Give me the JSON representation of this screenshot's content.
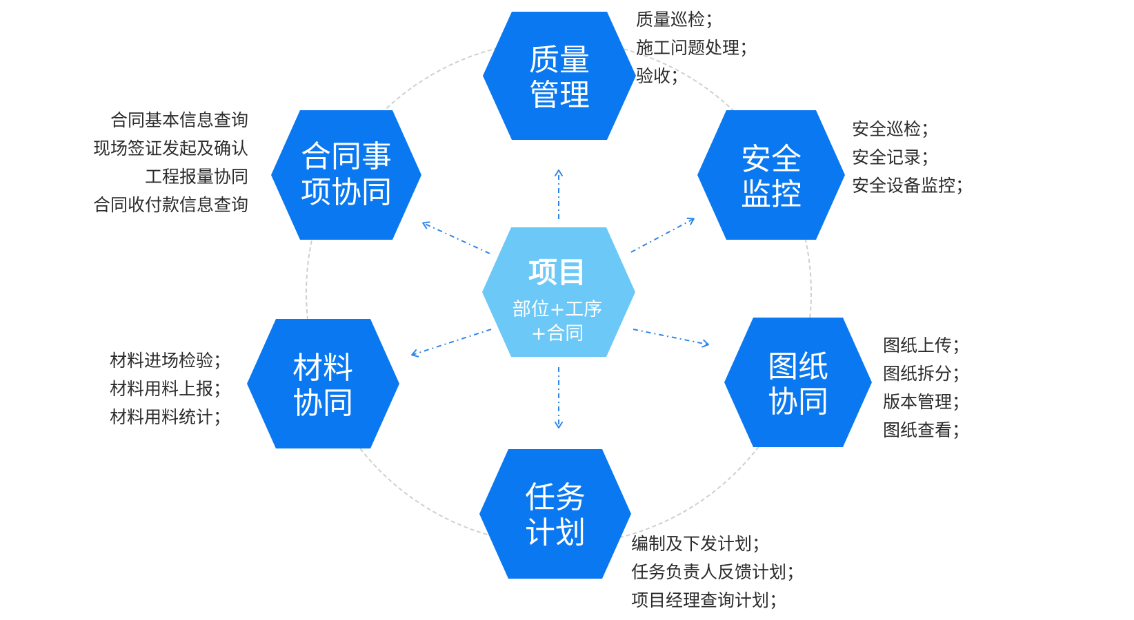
{
  "center": {
    "title": "项目",
    "subtitle_line1": "部位+工序",
    "subtitle_line2": "+合同"
  },
  "modules": [
    {
      "id": "quality",
      "title_line1": "质量",
      "title_line2": "管理",
      "items": [
        "质量巡检；",
        "施工问题处理；",
        "验收；"
      ]
    },
    {
      "id": "safety",
      "title_line1": "安全",
      "title_line2": "监控",
      "items": [
        "安全巡检；",
        "安全记录；",
        "安全设备监控；"
      ]
    },
    {
      "id": "drawing",
      "title_line1": "图纸",
      "title_line2": "协同",
      "items": [
        "图纸上传；",
        "图纸拆分；",
        "版本管理；",
        "图纸查看；"
      ]
    },
    {
      "id": "task",
      "title_line1": "任务",
      "title_line2": "计划",
      "items": [
        "编制及下发计划；",
        "任务负责人反馈计划；",
        "项目经理查询计划；"
      ]
    },
    {
      "id": "material",
      "title_line1": "材料",
      "title_line2": "协同",
      "items": [
        "材料进场检验；",
        "材料用料上报；",
        "材料用料统计；"
      ]
    },
    {
      "id": "contract",
      "title_line1": "合同事",
      "title_line2": "项协同",
      "items": [
        "合同基本信息查询",
        "现场签证发起及确认",
        "工程报量协同",
        "合同收付款信息查询"
      ]
    }
  ],
  "colors": {
    "module_hex": "#0a78f0",
    "center_hex": "#6cc8f7",
    "arrow": "#2e86e8",
    "ring": "#cfcfcf",
    "text": "#2b2b2b"
  }
}
